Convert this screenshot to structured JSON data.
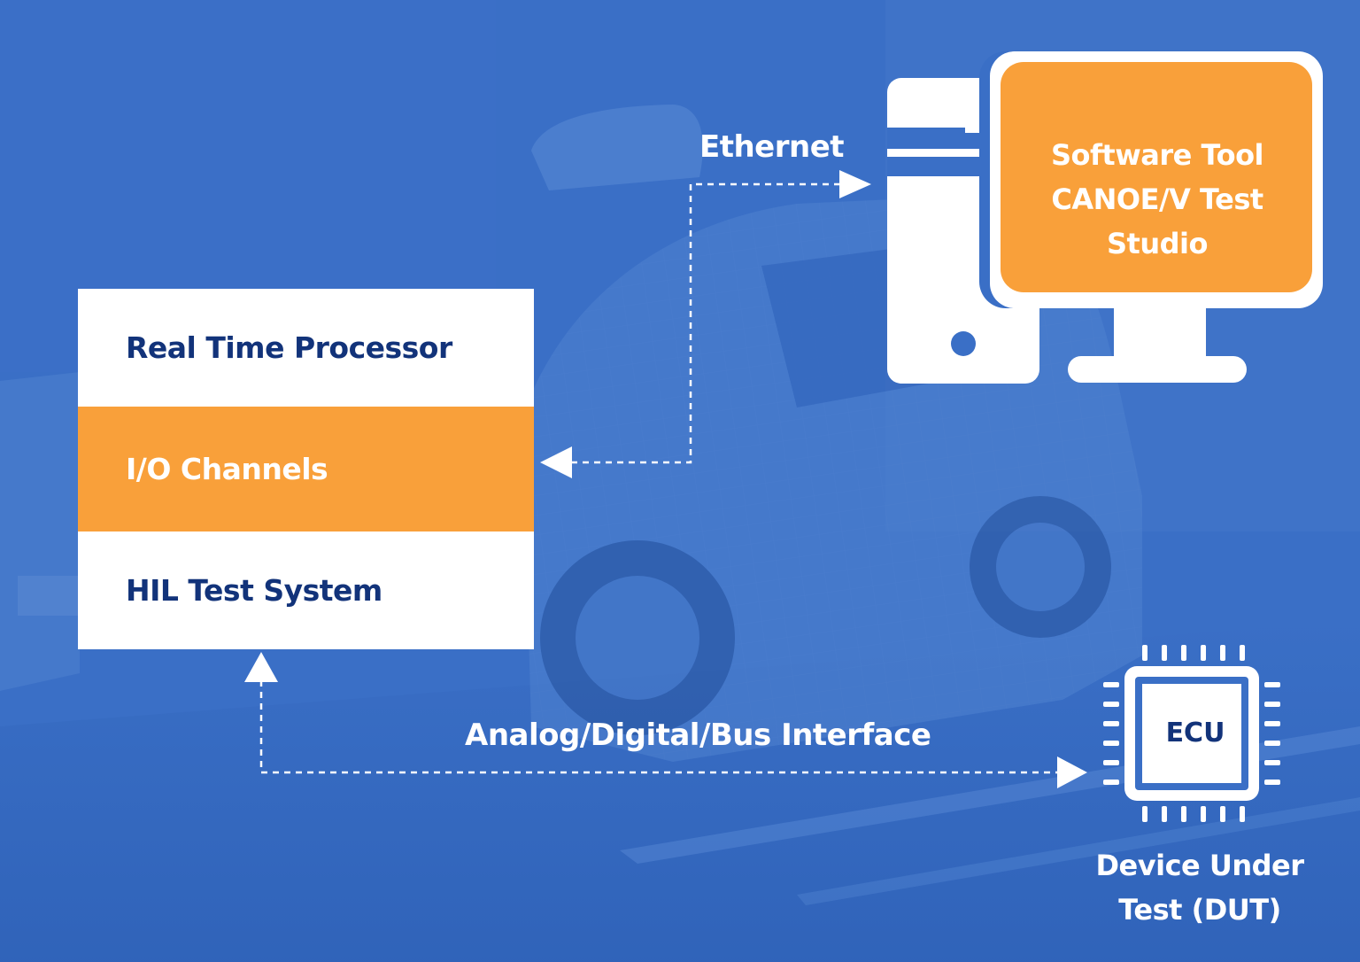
{
  "colors": {
    "background": "#3a6fc6",
    "accent_orange": "#f9a03a",
    "box_white": "#ffffff",
    "text_navy": "#12337a"
  },
  "hil_stack": {
    "row_1": "Real Time Processor",
    "row_2": "I/O Channels",
    "row_3": "HIL Test System"
  },
  "connections": {
    "ethernet_label": "Ethernet",
    "interface_label": "Analog/Digital/Bus Interface"
  },
  "software_tool": {
    "line_1": "Software Tool",
    "line_2": "CANOE/V Test Studio"
  },
  "dut": {
    "chip_label": "ECU",
    "caption_line_1": "Device Under",
    "caption_line_2": "Test (DUT)"
  },
  "icons": [
    "pc-tower-icon",
    "monitor-icon",
    "chip-icon",
    "arrow-head-icon"
  ]
}
